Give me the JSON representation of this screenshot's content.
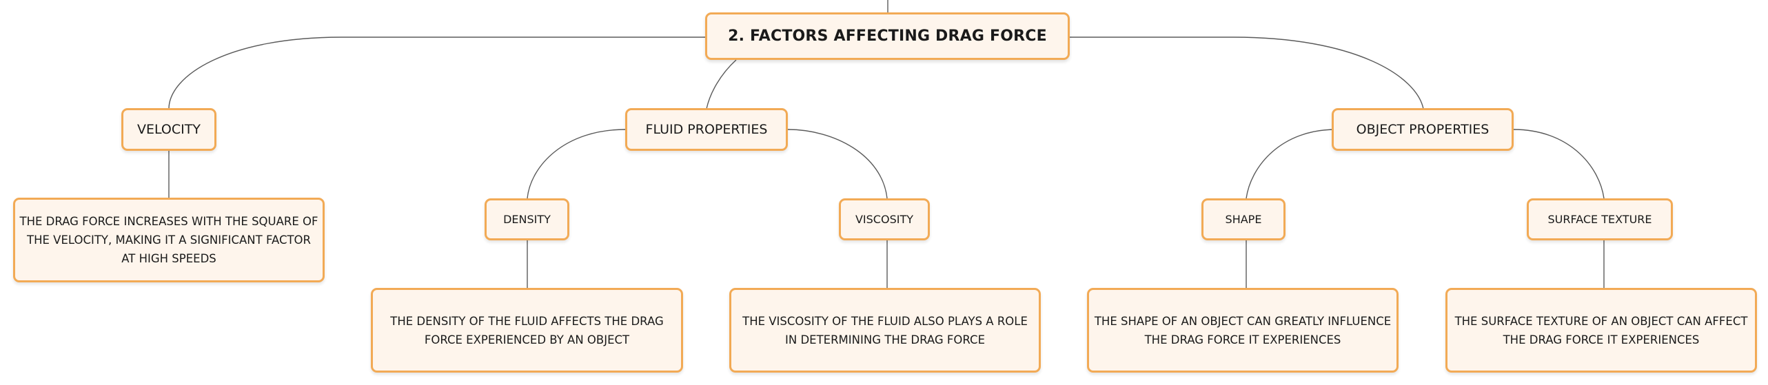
{
  "diagram": {
    "root": {
      "label": "2. FACTORS AFFECTING DRAG FORCE"
    },
    "branches": [
      {
        "label": "VELOCITY",
        "description": "THE DRAG FORCE INCREASES WITH THE SQUARE OF THE VELOCITY, MAKING IT A SIGNIFICANT FACTOR AT HIGH SPEEDS"
      },
      {
        "label": "FLUID PROPERTIES",
        "children": [
          {
            "label": "DENSITY",
            "description": "THE DENSITY OF THE FLUID AFFECTS THE DRAG FORCE EXPERIENCED BY AN OBJECT"
          },
          {
            "label": "VISCOSITY",
            "description": "THE VISCOSITY OF THE FLUID ALSO PLAYS A ROLE IN DETERMINING THE DRAG FORCE"
          }
        ]
      },
      {
        "label": "OBJECT PROPERTIES",
        "children": [
          {
            "label": "SHAPE",
            "description": "THE SHAPE OF AN OBJECT CAN GREATLY INFLUENCE THE DRAG FORCE IT EXPERIENCES"
          },
          {
            "label": "SURFACE TEXTURE",
            "description": "THE SURFACE TEXTURE OF AN OBJECT CAN AFFECT THE DRAG FORCE IT EXPERIENCES"
          }
        ]
      }
    ]
  },
  "colors": {
    "node_border": "#f2aa55",
    "node_fill": "#fef5ec",
    "connector": "#5a5a5a"
  }
}
